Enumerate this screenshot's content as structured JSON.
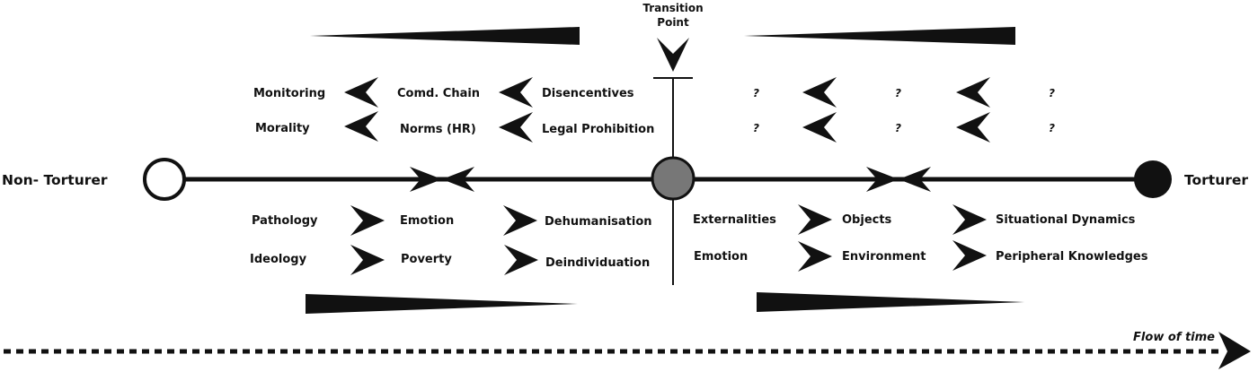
{
  "endpoints": {
    "left": "Non- Torturer",
    "right": "Torturer"
  },
  "transition_point": {
    "line1": "Transition",
    "line2": "Point"
  },
  "upper_left": {
    "row1": [
      "Monitoring",
      "Comd. Chain",
      "Disencentives"
    ],
    "row2": [
      "Morality",
      "Norms (HR)",
      "Legal Prohibition"
    ]
  },
  "upper_right": {
    "row1": [
      "?",
      "?",
      "?"
    ],
    "row2": [
      "?",
      "?",
      "?"
    ]
  },
  "lower_left": {
    "row1": [
      "Pathology",
      "Emotion",
      "Dehumanisation"
    ],
    "row2": [
      "Ideology",
      "Poverty",
      "Deindividuation"
    ]
  },
  "lower_right": {
    "row1": [
      "Externalities",
      "Objects",
      "Situational Dynamics"
    ],
    "row2": [
      "Emotion",
      "Environment",
      "Peripheral Knowledges"
    ]
  },
  "flow_label": "Flow of time",
  "colors": {
    "ink": "#111111",
    "transition_node": "#777777",
    "background": "#ffffff"
  }
}
